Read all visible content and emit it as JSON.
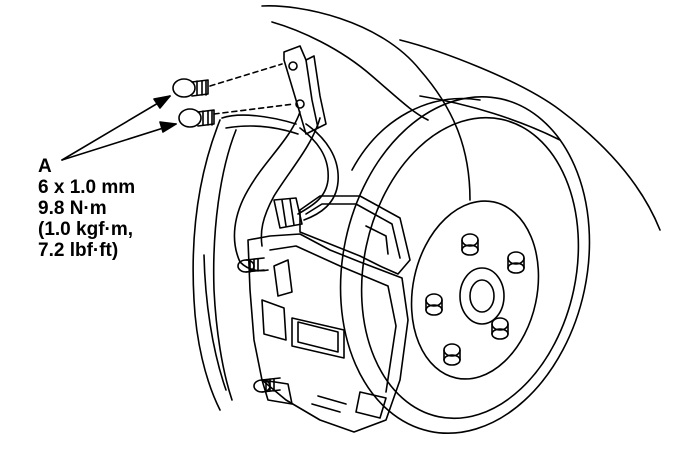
{
  "callout": {
    "letter": "A",
    "lines": [
      "6 x 1.0 mm",
      "9.8 N·m",
      "(1.0 kgf·m,",
      "7.2 lbf·ft)"
    ]
  },
  "colors": {
    "ink": "#000000",
    "paper": "#ffffff"
  },
  "icons": [
    "bolt-icon"
  ]
}
